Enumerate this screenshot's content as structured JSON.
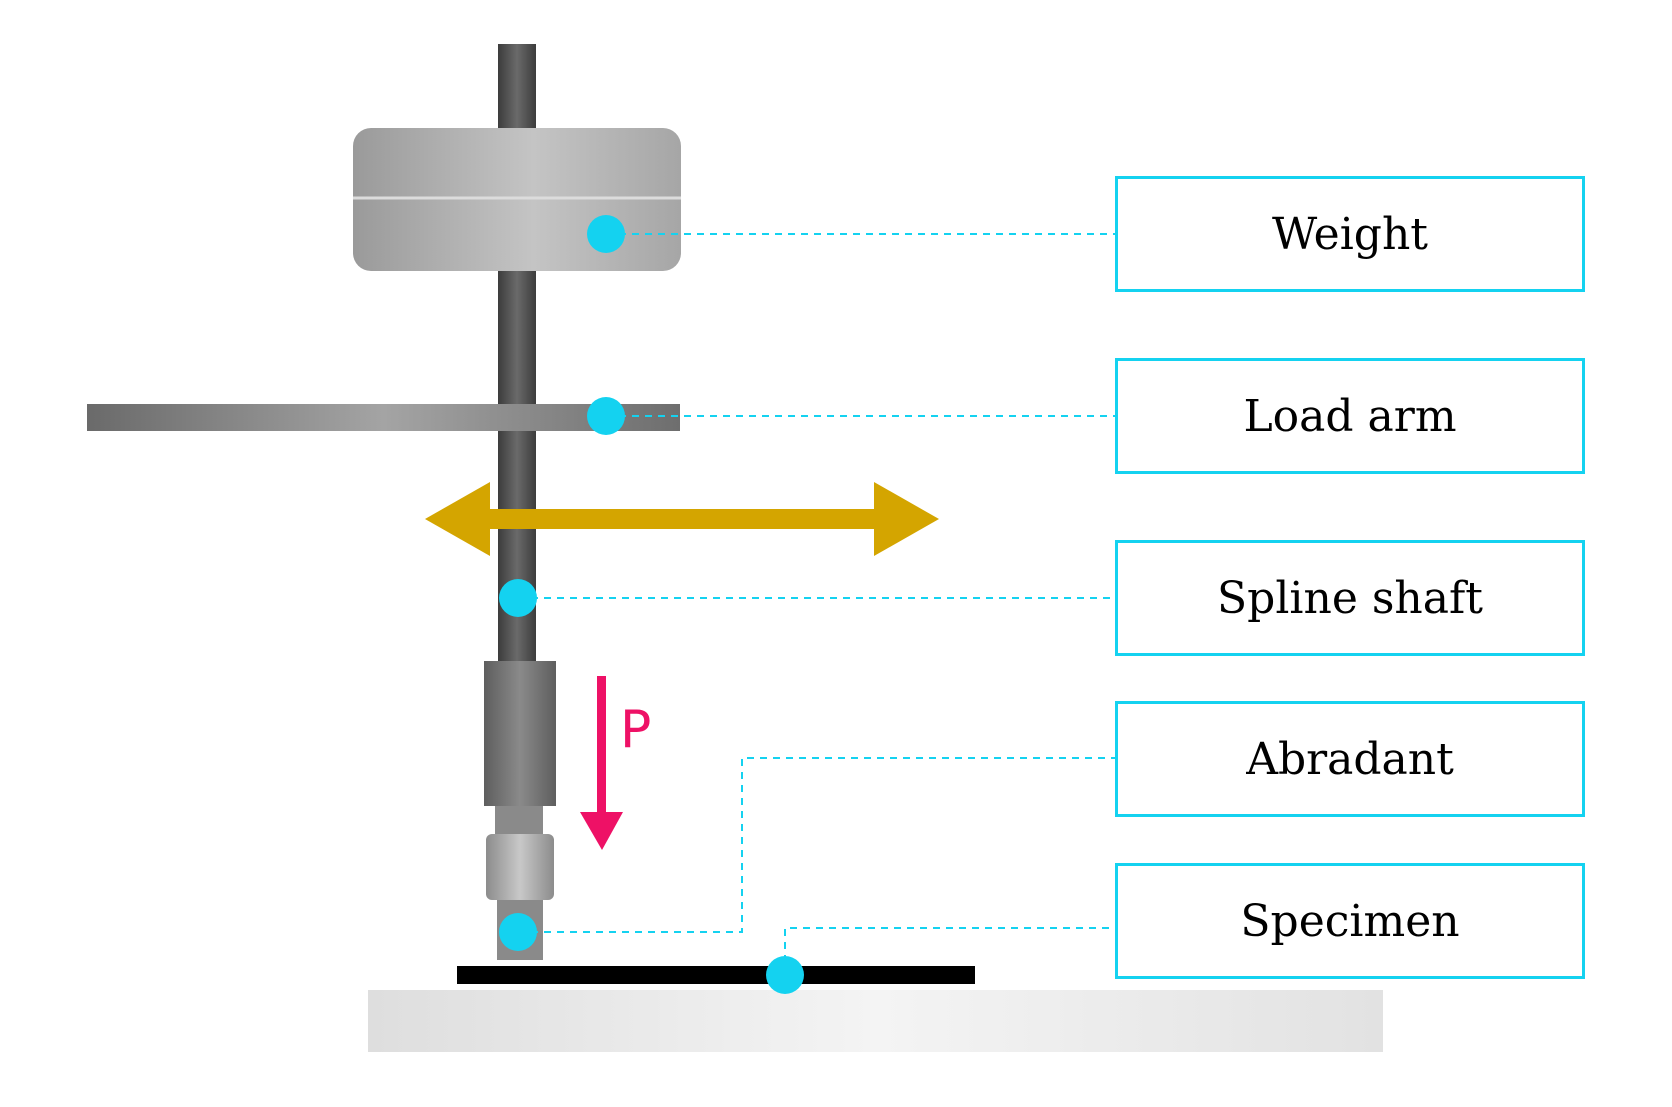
{
  "colors": {
    "accent": "#14d2f0",
    "force": "#ee1166",
    "motion_arrow": "#d4a500",
    "specimen": "#000000"
  },
  "labels": {
    "weight": "Weight",
    "load_arm": "Load arm",
    "spline_shaft": "Spline shaft",
    "abradant": "Abradant",
    "specimen": "Specimen"
  },
  "force": {
    "symbol": "P"
  }
}
